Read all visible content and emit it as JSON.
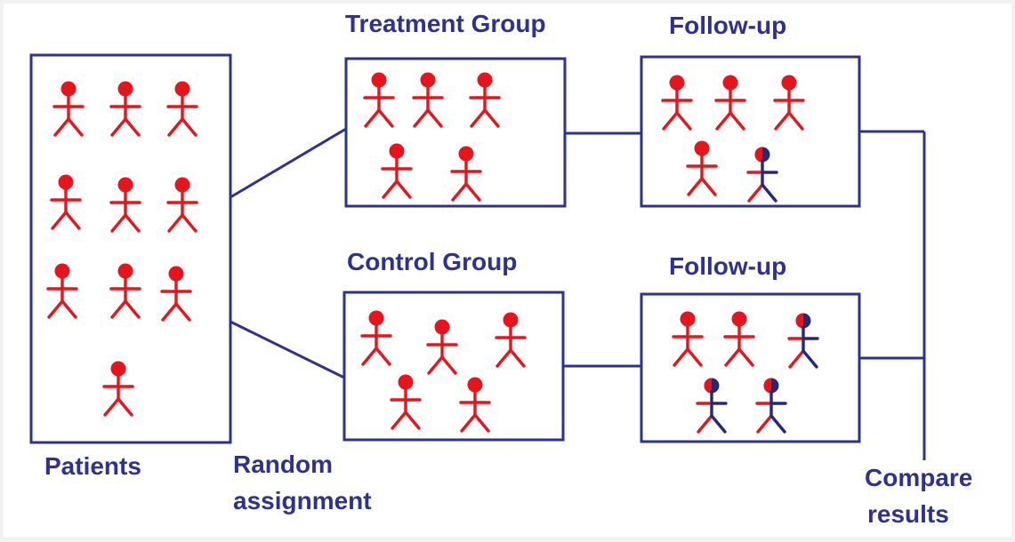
{
  "colors": {
    "line": "#2e3192",
    "figure_red": "#e8141b",
    "figure_navy": "#23287a",
    "background": "#ffffff",
    "frame": "#f2f2f2"
  },
  "labels": {
    "patients": "Patients",
    "random_assignment_line1": "Random",
    "random_assignment_line2": "assignment",
    "treatment_group": "Treatment Group",
    "control_group": "Control Group",
    "followup_treatment": "Follow-up",
    "followup_control": "Follow-up",
    "compare_line1": "Compare",
    "compare_line2": "results"
  },
  "groups": {
    "patients": {
      "figures": 10,
      "affected": 0
    },
    "treatment": {
      "figures": 5,
      "affected": 0
    },
    "treatment_followup": {
      "figures": 5,
      "affected": 1
    },
    "control": {
      "figures": 5,
      "affected": 0
    },
    "control_followup": {
      "figures": 5,
      "affected": 3
    }
  }
}
